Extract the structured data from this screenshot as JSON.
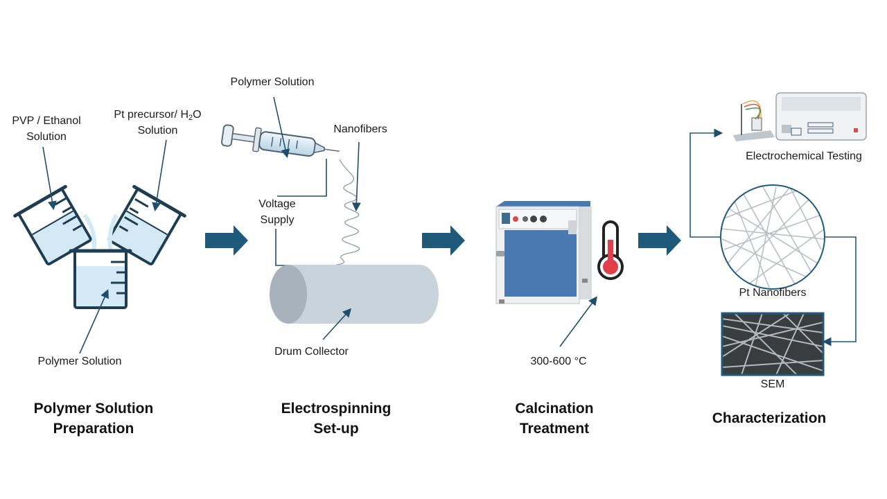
{
  "colors": {
    "arrow": "#1f5a7a",
    "leader": "#1f4e6b",
    "glass": "#1e3d52",
    "liquid": "#d3e9f5",
    "drum": "#c9d3dc",
    "oven_blue": "#4a78b0",
    "thermo_red": "#e0404a",
    "box_frame": "#1f5a7a"
  },
  "stages": [
    {
      "line1": "Polymer Solution",
      "line2": "Preparation"
    },
    {
      "line1": "Electrospinning",
      "line2": "Set-up"
    },
    {
      "line1": "Calcination",
      "line2": "Treatment"
    },
    {
      "line1": "Characterization",
      "line2": ""
    }
  ],
  "labels": {
    "pvp_line1": "PVP / Ethanol",
    "pvp_line2": "Solution",
    "pt_precursor_a": "Pt precursor/ H",
    "pt_precursor_sub": "2",
    "pt_precursor_b": "O",
    "pt_precursor_line2": "Solution",
    "polymer_solution_beaker": "Polymer Solution",
    "polymer_solution_syringe": "Polymer Solution",
    "nanofibers": "Nanofibers",
    "voltage_line1": "Voltage",
    "voltage_line2": "Supply",
    "drum_collector": "Drum Collector",
    "temperature": "300-600 °C",
    "electrochemical_testing": "Electrochemical Testing",
    "pt_nanofibers": "Pt Nanofibers",
    "sem": "SEM"
  }
}
